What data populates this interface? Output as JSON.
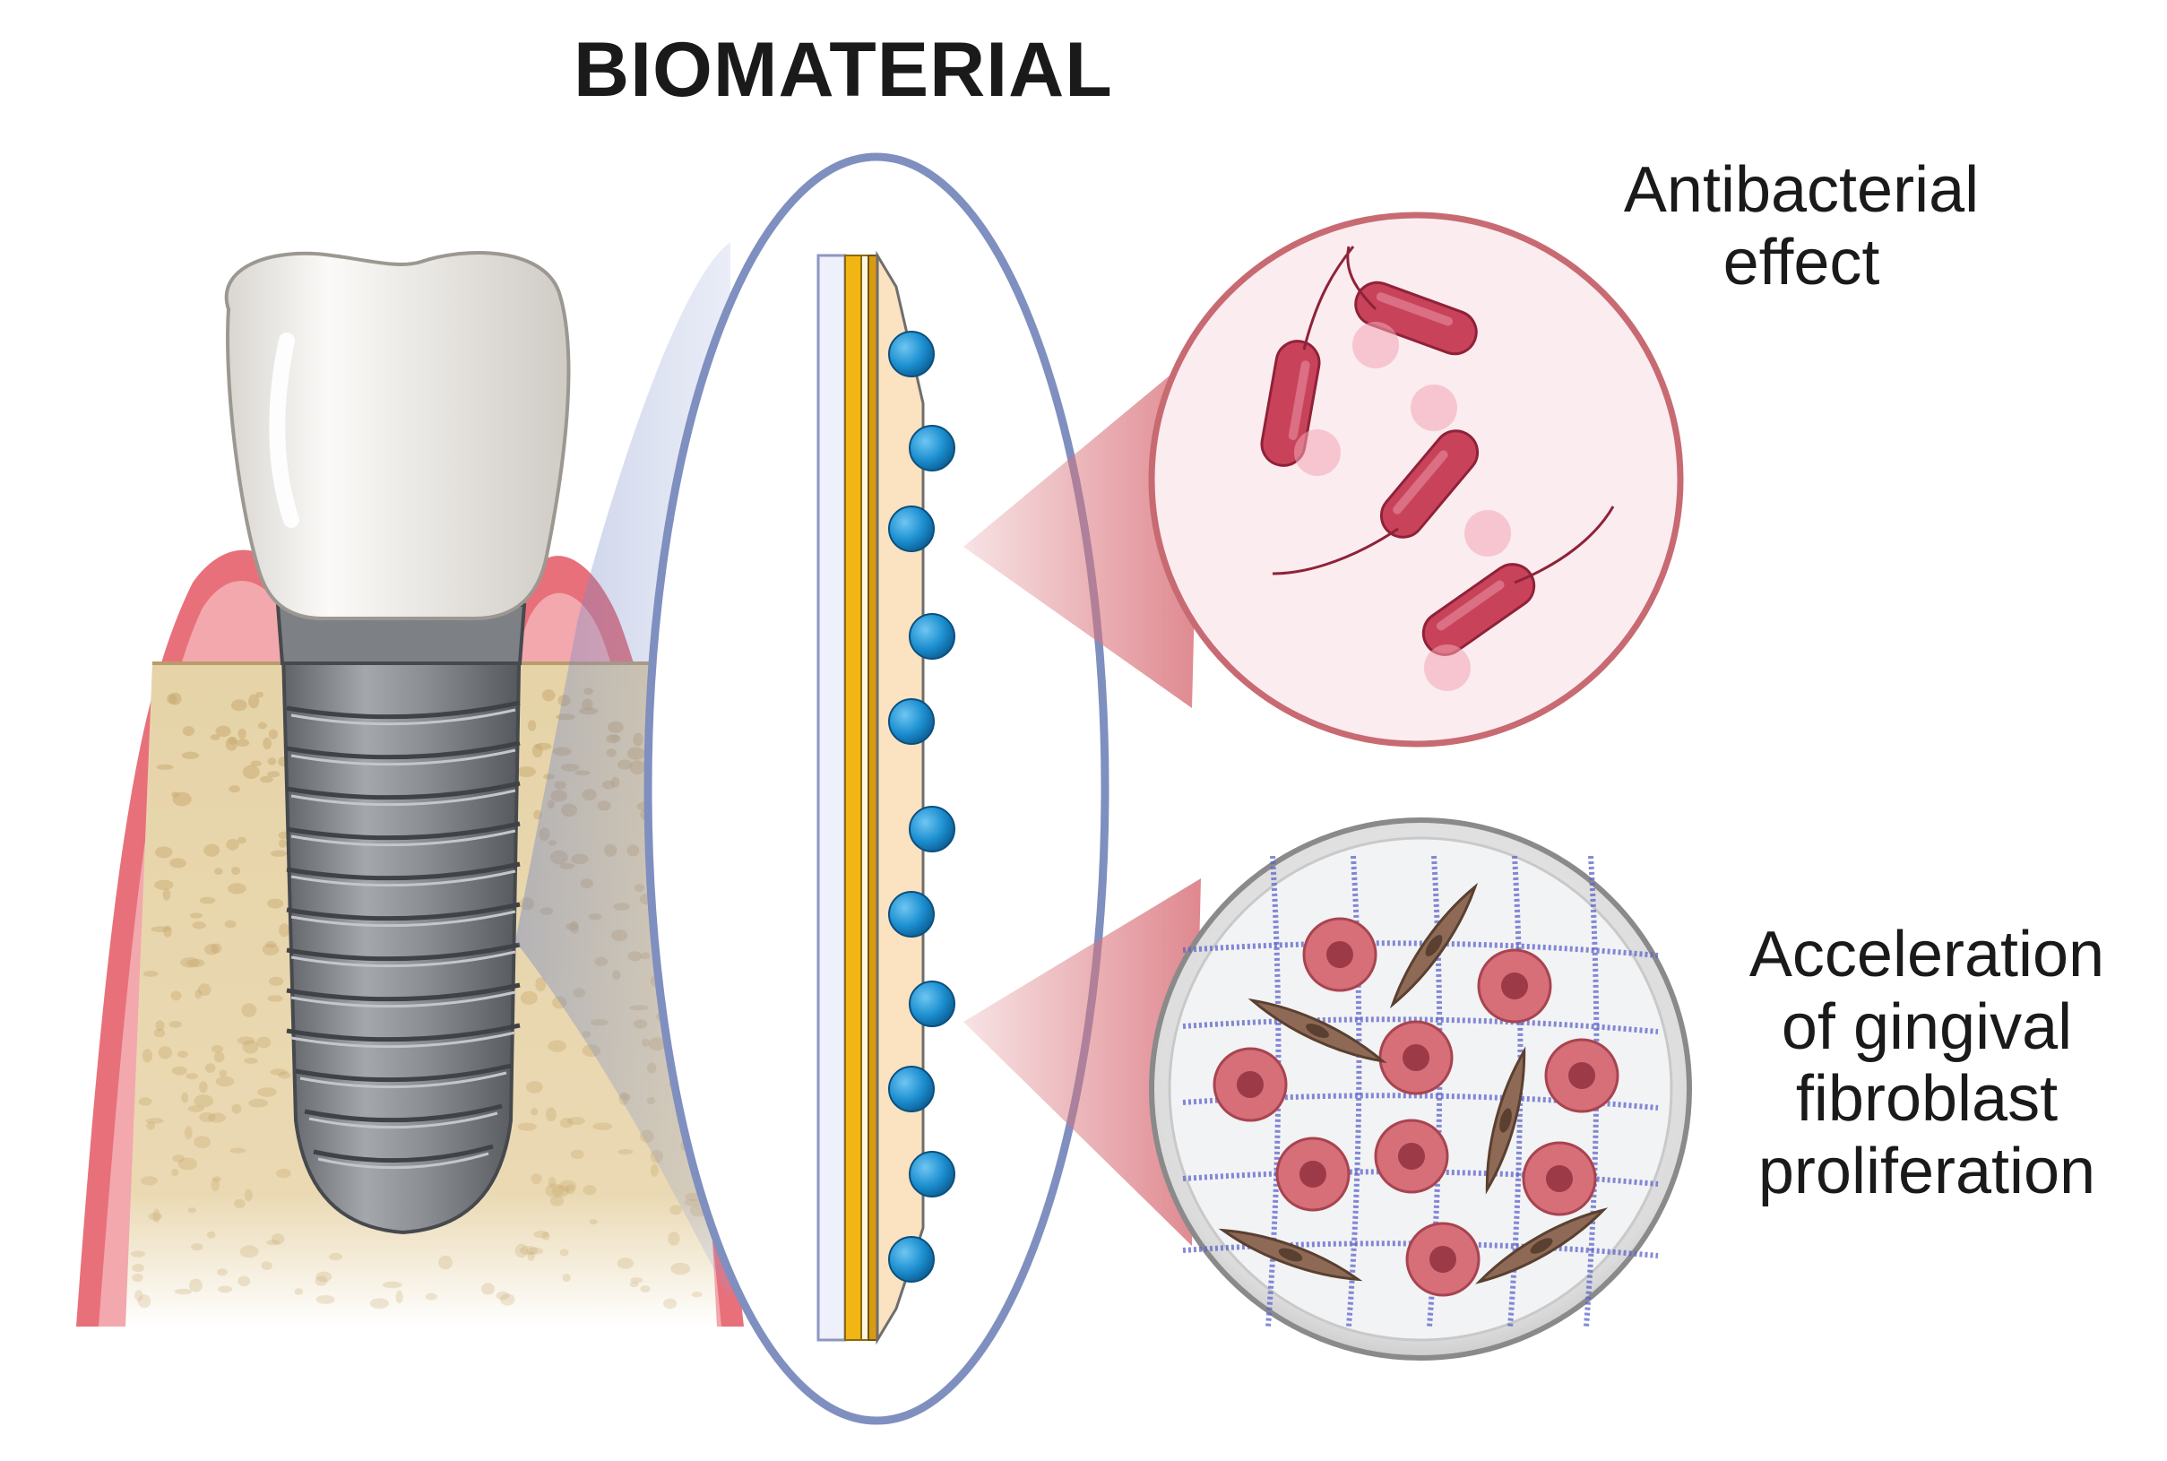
{
  "title": "BIOMATERIAL",
  "labels": {
    "antibacterial": [
      "Antibacterial",
      "effect"
    ],
    "fibroblast": [
      "Acceleration",
      "of gingival",
      "fibroblast",
      "proliferation"
    ]
  },
  "colors": {
    "gum": "#e8707a",
    "bone": "#e6d3a8",
    "implant": "#8a8d91",
    "crown": "#f3f1ee",
    "ellipse_outline": "#7f8fbf",
    "coating_layer": "#f1b514",
    "nanoparticle": "#1c8fd0",
    "bacteria": "#c8435a",
    "fibroblast_round": "#d66f78",
    "fibroblast_spindle": "#8e6a56",
    "scaffold_mesh": "#5c63c8"
  },
  "icons": [
    "dental-implant-icon",
    "bacteria-icon",
    "fibroblast-cell-icon",
    "scaffold-mesh-icon",
    "nanoparticle-icon"
  ]
}
